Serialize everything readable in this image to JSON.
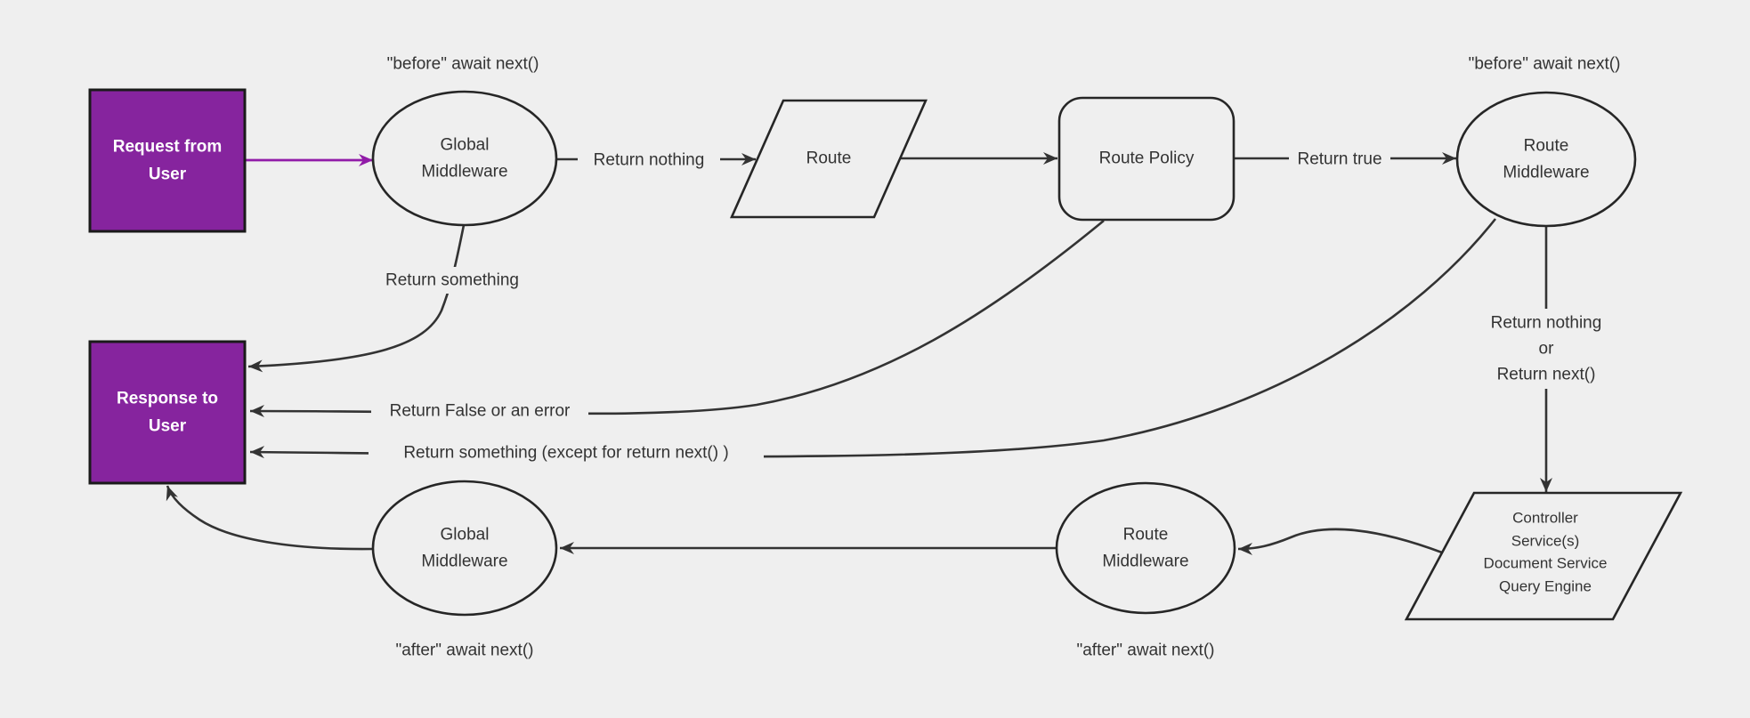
{
  "diagram": {
    "colors": {
      "background": "#efefef",
      "edge_line": "#333333",
      "shape_border": "#262626",
      "purple_node_fill": "#86249e",
      "purple_node_border": "#1a1a1a",
      "purple_arrow": "#911ba8",
      "node_text": "#333333",
      "purple_node_text": "#ffffff"
    },
    "nodes": {
      "request": {
        "lines": [
          "Request from",
          "User"
        ]
      },
      "global_middleware_top": {
        "lines": [
          "Global",
          "Middleware"
        ]
      },
      "route": {
        "label": "Route"
      },
      "route_policy": {
        "label": "Route Policy"
      },
      "route_middleware_top": {
        "lines": [
          "Route",
          "Middleware"
        ]
      },
      "response": {
        "lines": [
          "Response to",
          "User"
        ]
      },
      "controller": {
        "lines": [
          "Controller",
          "Service(s)",
          "Document Service",
          "Query Engine"
        ]
      },
      "route_middleware_bottom": {
        "lines": [
          "Route",
          "Middleware"
        ]
      },
      "global_middleware_bottom": {
        "lines": [
          "Global",
          "Middleware"
        ]
      }
    },
    "annotations": {
      "before_left": "\"before\" await next()",
      "before_right": "\"before\" await next()",
      "after_left": "\"after\" await next()",
      "after_right": "\"after\" await next()"
    },
    "edge_labels": {
      "return_nothing": "Return nothing",
      "return_true": "Return true",
      "return_something": "Return something",
      "return_false_or_error": "Return False or an error",
      "return_something_except": "Return something (except for return next() )",
      "return_nothing_or": {
        "lines": [
          "Return nothing",
          "or",
          "Return next()"
        ]
      }
    }
  }
}
